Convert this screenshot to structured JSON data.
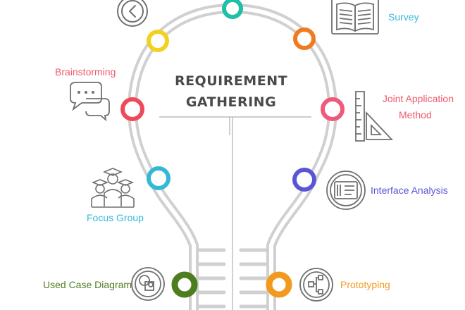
{
  "diagram": {
    "title_line1": "REQUIREMENT",
    "title_line2": "GATHERING",
    "colors": {
      "outline": "#d0d0d0",
      "text_dark": "#4a4a4a",
      "icon_gray": "#707070"
    },
    "items": [
      {
        "key": "survey",
        "label": "Survey",
        "color": "#35b8d8",
        "icon": "open-book-icon"
      },
      {
        "key": "brainstorming",
        "label": "Brainstorming",
        "color": "#ef5a6a",
        "icon": "chat-bubbles-icon"
      },
      {
        "key": "joint_application",
        "label_line1": "Joint  Application",
        "label_line2": "Method",
        "color": "#ef5a6a",
        "icon": "ruler-triangle-icon"
      },
      {
        "key": "interface_analysis",
        "label": "Interface Analysis",
        "color": "#5a55d6",
        "icon": "interface-window-icon"
      },
      {
        "key": "focus_group",
        "label": "Focus Group",
        "color": "#35b8d8",
        "icon": "graduates-group-icon"
      },
      {
        "key": "use_case",
        "label": "Used Case Diagram",
        "color": "#4e7d1f",
        "icon": "overlapping-shapes-icon"
      },
      {
        "key": "prototyping",
        "label": "Prototyping",
        "color": "#f29a1f",
        "icon": "flowchart-icon"
      },
      {
        "key": "back",
        "icon": "back-arrow-icon"
      }
    ],
    "node_colors": {
      "top": "#1fbfa8",
      "upper_left": "#f2d21f",
      "upper_right": "#f07a1f",
      "mid_left": "#ef4a5a",
      "mid_right": "#ef5a7a",
      "low_left": "#35b8d8",
      "low_right": "#5a55d6",
      "base_left": "#4e7d1f",
      "base_right": "#f29a1f"
    }
  }
}
